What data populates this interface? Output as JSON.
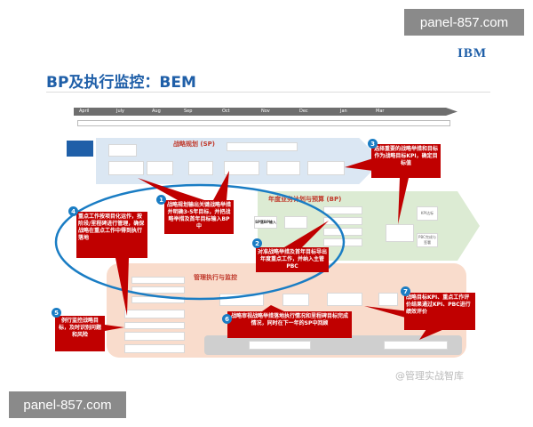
{
  "watermark_badges": {
    "top": "panel-857.com",
    "bottom": "panel-857.com"
  },
  "logo": "IBM",
  "title": "BP及执行监控：BEM",
  "timeline": {
    "months": [
      "April",
      "July",
      "Aug",
      "Sep",
      "Oct",
      "Nov",
      "Dec",
      "Jan",
      "Mar"
    ]
  },
  "sections": {
    "sp": "战略规划 (SP)",
    "bp": "年度业务计划与预算 (BP)",
    "mg": "管理执行与监控"
  },
  "boxes": {
    "sp_bp_input": "SP落BP输入",
    "kpi": "KPI达标",
    "pbc": "PBC完成与签署"
  },
  "callouts": [
    {
      "n": "1",
      "text": "战略规划输出关键战略举措并明确3-5年目标，并把战略举措及首年目标输入BP中"
    },
    {
      "n": "2",
      "text": "对准战略举措及首年目标导出年度重点工作，并纳入主管PBC"
    },
    {
      "n": "3",
      "text": "选择重要的战略举措和目标作为战略目标KPI，确定目标值"
    },
    {
      "n": "4",
      "text": "重点工作按项目化运作，按阶段/里程碑进行管理，确保战略在重点工作中得到执行落地"
    },
    {
      "n": "5",
      "text": "例行监控战略目标，及时识别问题和风险"
    },
    {
      "n": "6",
      "text": "战略审视战略举措落地执行情况和里程碑目标完成情况，同时在下一年的SP中回顾"
    },
    {
      "n": "7",
      "text": "战略目标KPI、重点工作评价结果通过KPI、PBC进行绩效评价"
    }
  ],
  "footer_watermark": "@管理实战智库",
  "colors": {
    "title": "#1f5fa8",
    "callout": "#c00000",
    "badge": "#1a7dc4"
  }
}
